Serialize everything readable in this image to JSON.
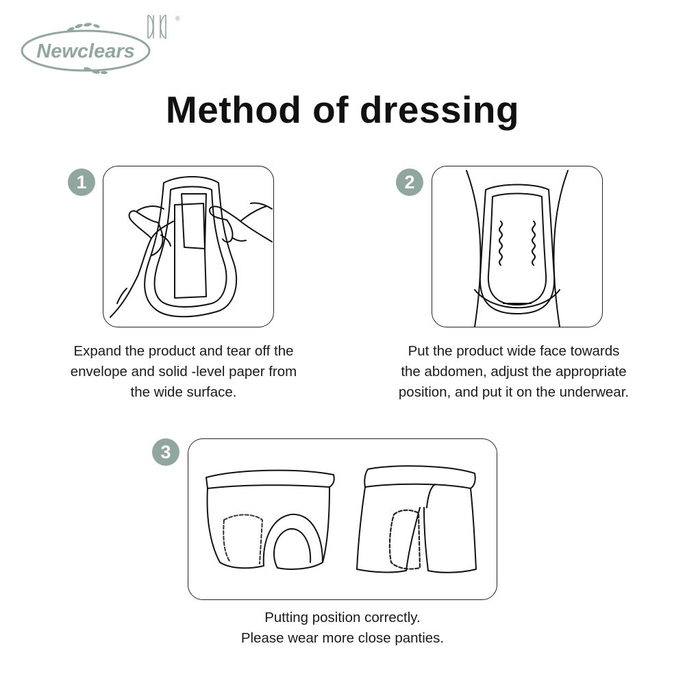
{
  "brand": {
    "name": "Newclears",
    "mark_symbol": "®",
    "accent_color": "#8fa79e"
  },
  "title": "Method of dressing",
  "steps": [
    {
      "number": "1",
      "illustration": "hands-peeling-pad-icon",
      "caption_lines": [
        "Expand the product and tear off the",
        "envelope and solid -level paper from",
        "the wide surface."
      ]
    },
    {
      "number": "2",
      "illustration": "pad-in-underwear-icon",
      "caption_lines": [
        "Put the product wide face towards",
        "the abdomen, adjust the appropriate",
        "position, and put it on the underwear."
      ]
    },
    {
      "number": "3",
      "illustration": "briefs-and-boxers-icon",
      "caption_lines": [
        "Putting position correctly.",
        "Please wear more close panties."
      ]
    }
  ]
}
